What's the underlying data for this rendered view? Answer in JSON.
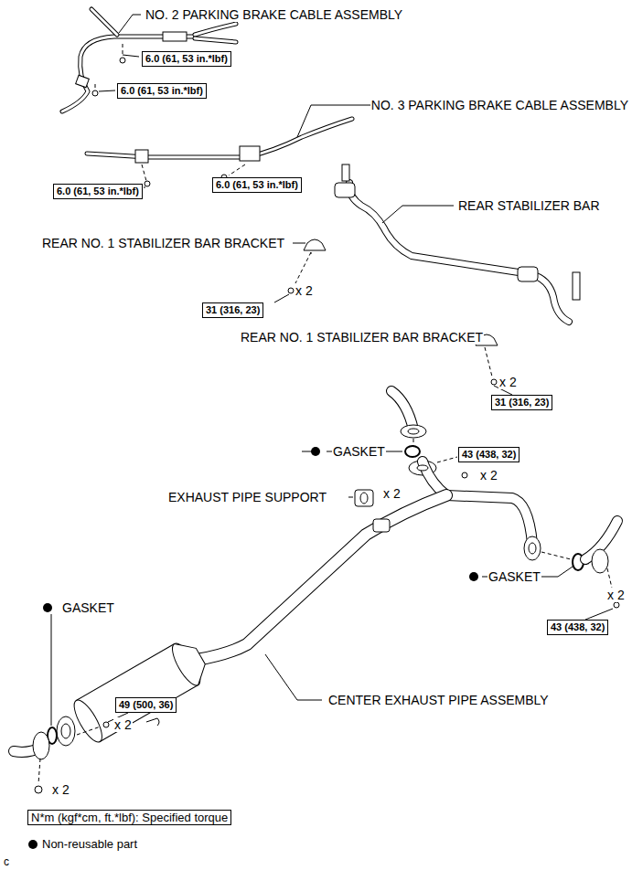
{
  "diagram": {
    "nodes": [
      {
        "text": [
          "6.0 (61, 53 in.*lbf)"
        ]
      },
      {
        "text": [
          "6.0 (61, 53 in.*lbf)"
        ]
      },
      {
        "text": [
          "6.0 (61, 53 in.*lbf)"
        ]
      },
      {
        "text": [
          "6.0 (61, 53 in.*lbf)"
        ]
      },
      {
        "text": [
          "31 (316, 23)"
        ]
      },
      {
        "text": [
          "31 (316, 23)"
        ]
      },
      {
        "text": [
          "43 (438, 32)"
        ]
      },
      {
        "text": [
          "43 (438, 32)"
        ]
      },
      {
        "text": [
          "49 (500, 36)"
        ]
      }
    ],
    "edges": [],
    "labels": [
      "NO. 2 PARKING BRAKE CABLE ASSEMBLY",
      "NO. 3 PARKING BRAKE CABLE ASSEMBLY",
      "REAR STABILIZER BAR",
      "REAR NO. 1 STABILIZER BAR BRACKET",
      "x 2",
      "REAR NO. 1 STABILIZER BAR BRACKET",
      "x 2",
      "GASKET",
      "x 2",
      "EXHAUST PIPE SUPPORT",
      "x 2",
      "GASKET",
      "x 2",
      "GASKET",
      "CENTER EXHAUST PIPE ASSEMBLY",
      "x 2",
      "x 2",
      "c"
    ],
    "legend": [
      {
        "text": "N*m (kgf*cm, ft.*lbf): Specified torque"
      },
      {
        "text": "Non-reusable part"
      }
    ]
  }
}
